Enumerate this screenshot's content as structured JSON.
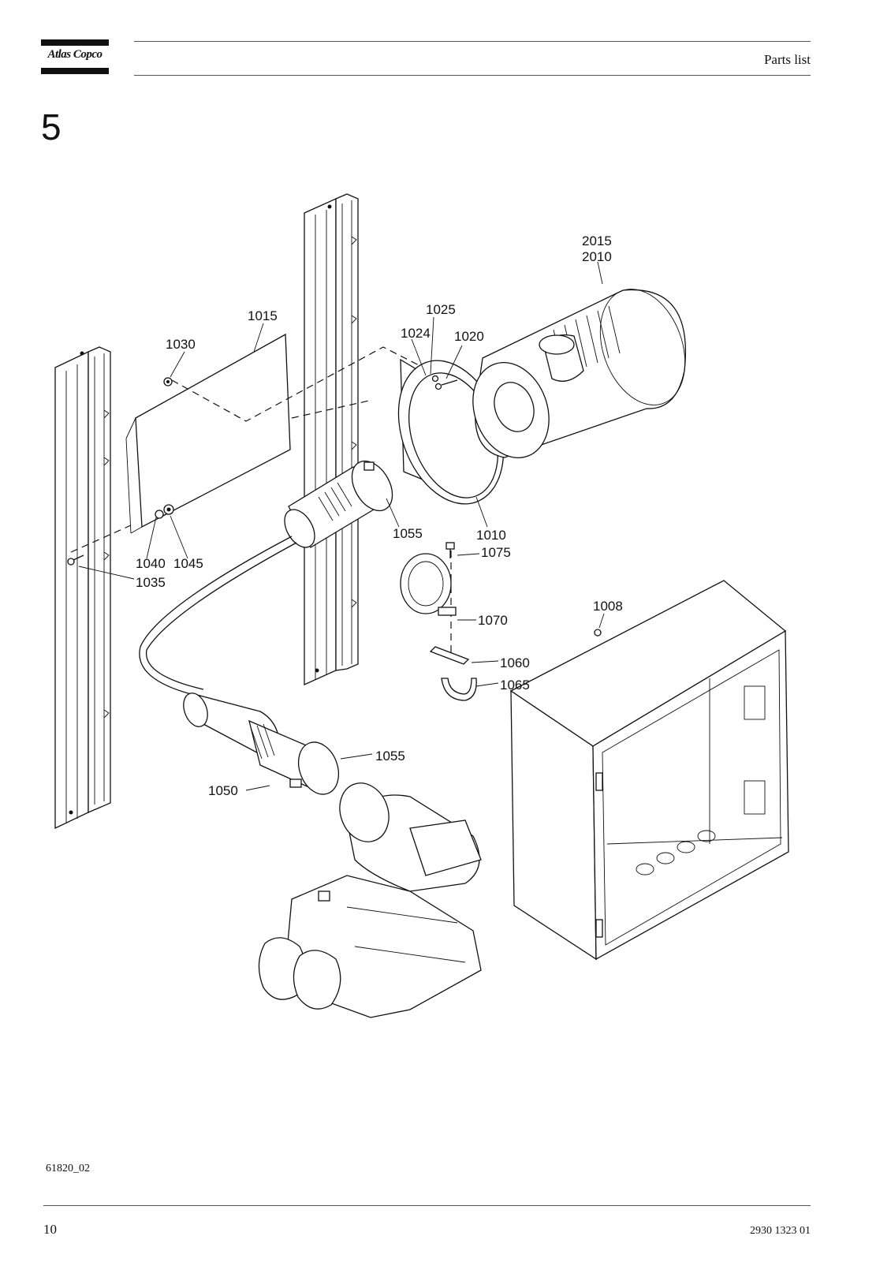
{
  "header": {
    "brand": "Atlas Copco",
    "title": "Parts list"
  },
  "section_number": "5",
  "figure": {
    "code": "61820_02",
    "part_labels": {
      "p2015": "2015",
      "p2010": "2010",
      "p1015": "1015",
      "p1030": "1030",
      "p1025": "1025",
      "p1024": "1024",
      "p1020": "1020",
      "p1055a": "1055",
      "p1010": "1010",
      "p1075": "1075",
      "p1040": "1040",
      "p1045": "1045",
      "p1035": "1035",
      "p1008": "1008",
      "p1070": "1070",
      "p1060": "1060",
      "p1065": "1065",
      "p1055b": "1055",
      "p1050": "1050"
    }
  },
  "footer": {
    "page_number": "10",
    "doc_number": "2930 1323 01"
  }
}
